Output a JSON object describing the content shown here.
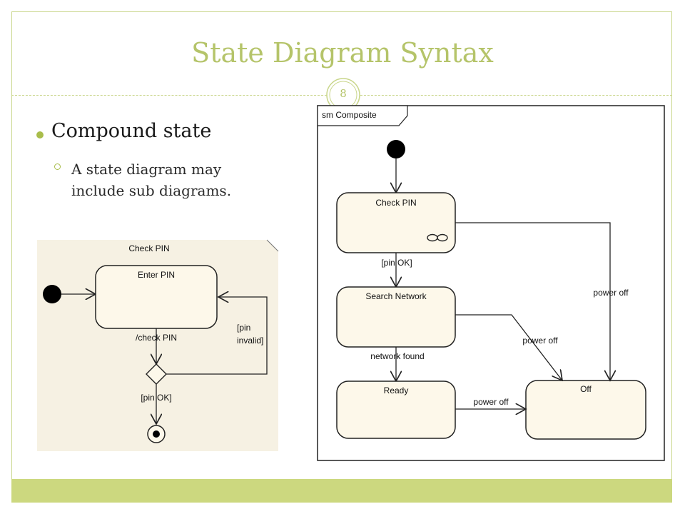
{
  "slide": {
    "title": "State Diagram Syntax",
    "page_number": "8",
    "bullet": "Compound state",
    "sub_bullet_lines": [
      "A state diagram may",
      "include sub diagrams."
    ]
  },
  "left_diagram": {
    "frame_label": "Check PIN",
    "state": "Enter PIN",
    "transition_check": "/check PIN",
    "guard_invalid_lines": [
      "[pin",
      "invalid]"
    ],
    "guard_ok": "[pin OK]"
  },
  "right_diagram": {
    "frame_label": "sm Composite",
    "states": {
      "check_pin": "Check PIN",
      "search_network": "Search Network",
      "ready": "Ready",
      "off": "Off"
    },
    "transitions": {
      "pin_ok": "[pin OK]",
      "network_found": "network found",
      "power_off_check_pin": "power off",
      "power_off_search": "power off",
      "power_off_ready": "power off"
    }
  },
  "colors": {
    "accent": "#b5c46a",
    "footer": "#ccd87f",
    "state_fill": "#fdf8ea",
    "diagram_bg": "#faf6ec"
  }
}
